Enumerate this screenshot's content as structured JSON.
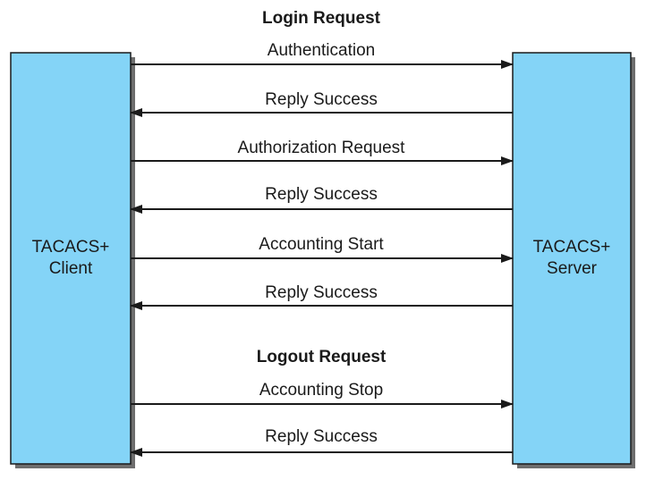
{
  "colors": {
    "box_fill": "#84d4f7",
    "box_stroke": "#1a1a1a",
    "shadow": "#6e6e6e",
    "arrow": "#1a1a1a",
    "text": "#1a1a1a"
  },
  "client": {
    "line1": "TACACS+",
    "line2": "Client"
  },
  "server": {
    "line1": "TACACS+",
    "line2": "Server"
  },
  "sections": [
    {
      "label": "Login Request"
    },
    {
      "label": "Logout Request"
    }
  ],
  "messages": [
    {
      "label": "Authentication",
      "direction": "client-to-server"
    },
    {
      "label": "Reply Success",
      "direction": "server-to-client"
    },
    {
      "label": "Authorization Request",
      "direction": "client-to-server"
    },
    {
      "label": "Reply Success",
      "direction": "server-to-client"
    },
    {
      "label": "Accounting Start",
      "direction": "client-to-server"
    },
    {
      "label": "Reply Success",
      "direction": "server-to-client"
    },
    {
      "label": "Accounting Stop",
      "direction": "client-to-server"
    },
    {
      "label": "Reply Success",
      "direction": "server-to-client"
    }
  ]
}
